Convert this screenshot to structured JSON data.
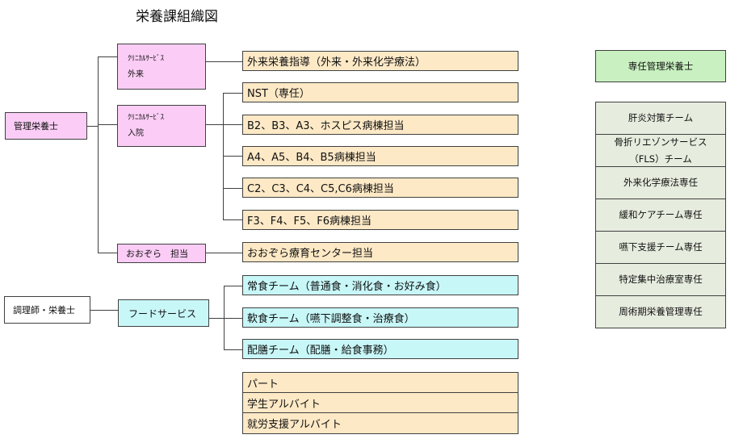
{
  "title": "栄養課組織図",
  "roles": {
    "dietitian_manager": "管理栄養士",
    "cook_dietitian": "調理師・栄養士"
  },
  "categories": {
    "clinical_outpatient": {
      "line1": "ｸﾘﾆｶﾙｻｰﾋﾞｽ",
      "line2": "外来"
    },
    "clinical_inpatient": {
      "line1": "ｸﾘﾆｶﾙｻｰﾋﾞｽ",
      "line2": "入院"
    },
    "oozora": "おおぞら　担当",
    "food_service": "フードサービス"
  },
  "tasks": [
    "外来栄養指導（外来・外来化学療法）",
    "NST（専任）",
    "B2、B3、A3、ホスピス病棟担当",
    "A4、A5、B4、B5病棟担当",
    "C2、C3、C4、C5,C6病棟担当",
    "F3、F4、F5、F6病棟担当",
    "おおぞら療育センター担当"
  ],
  "food_tasks": [
    "常食チーム（普通食・消化食・お好み食）",
    "軟食チーム（嚥下調整食・治療食）",
    "配膳チーム（配膳・給食事務）"
  ],
  "staff": [
    "パート",
    "学生アルバイト",
    "就労支援アルバイト"
  ],
  "dedicated": "専任管理栄養士",
  "teams": {
    "liver": "肝炎対策チーム",
    "fls_line1": "骨折リエゾンサービス",
    "fls_line2": "（FLS）チーム",
    "chemo": "外来化学療法専任",
    "palliative": "緩和ケアチーム専任",
    "swallow": "嚥下支援チーム専任",
    "icu": "特定集中治療室専任",
    "periop": "周術期栄養管理専任"
  },
  "colors": {
    "pink": "#fbcdf6",
    "tan": "#fde9c6",
    "cyan": "#c8f7f8",
    "green": "#c8f0c0",
    "sage": "#e6ecde",
    "border": "#404040"
  }
}
